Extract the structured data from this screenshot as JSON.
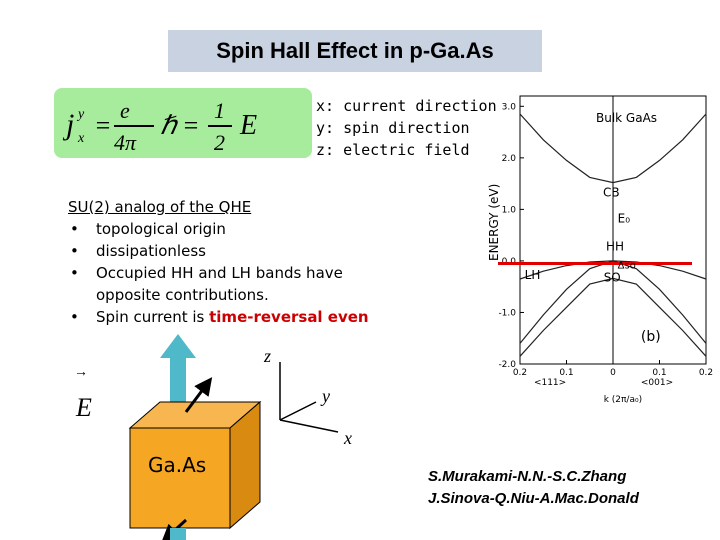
{
  "title": "Spin Hall Effect in p-Ga.As",
  "formula": {
    "lhs": "j",
    "lhs_sub": "x",
    "lhs_sup": "y",
    "fraction1_num": "e",
    "fraction1_den": "4π",
    "equals": "=",
    "hbar_fraction_num": "1",
    "hbar_fraction_den": "2",
    "rhs": "E"
  },
  "axes_legend": [
    "x: current direction",
    "y: spin direction",
    "z: electric field"
  ],
  "su2": {
    "heading": "SU(2) analog of the QHE",
    "bullets": [
      "topological origin",
      "dissipationless",
      "Occupied HH and LH bands have opposite  contributions."
    ],
    "last_bullet_prefix": "Spin current is ",
    "last_bullet_emphasis": "time-reversal even",
    "emphasis_color": "#cc0000"
  },
  "illustration": {
    "field_label": "E",
    "field_arrow_glyph": "→",
    "box_label": "Ga.As",
    "axis_labels": [
      "z",
      "y",
      "x"
    ],
    "box_color": "#f5a623",
    "arrow_color": "#4fb8c9"
  },
  "band_chart": {
    "type": "line",
    "title": "Bulk GaAs",
    "ylabel": "ENERGY (eV)",
    "ylim": [
      -2.0,
      3.2
    ],
    "yticks": [
      "3.0",
      "2.0",
      "1.0",
      "0.0",
      "-1.0",
      "-2.0"
    ],
    "ytick_values": [
      3.0,
      2.0,
      1.0,
      0.0,
      -1.0,
      -2.0
    ],
    "xlim": [
      -0.2,
      0.2
    ],
    "xticks": [
      "0.2",
      "0.1",
      "0",
      "0.1",
      "0.2"
    ],
    "xtick_values": [
      -0.2,
      -0.1,
      0.0,
      0.1,
      0.2
    ],
    "direction_labels": [
      "<111>",
      "<001>"
    ],
    "xlabel": "k (2π/a₀)",
    "panel_label": "(b)",
    "band_labels": {
      "CB": "CB",
      "E0": "E₀",
      "HH": "HH",
      "LH": "LH",
      "SO": "SO",
      "delta": "Δso"
    },
    "fermi_level_color": "#e00000",
    "series": [
      {
        "name": "CB",
        "x": [
          -0.2,
          -0.15,
          -0.1,
          -0.05,
          0.0,
          0.05,
          0.1,
          0.15,
          0.2
        ],
        "y": [
          2.85,
          2.35,
          1.95,
          1.62,
          1.52,
          1.62,
          1.95,
          2.35,
          2.85
        ]
      },
      {
        "name": "HH",
        "x": [
          -0.2,
          -0.15,
          -0.1,
          -0.05,
          0.0,
          0.05,
          0.1,
          0.15,
          0.2
        ],
        "y": [
          -0.35,
          -0.2,
          -0.09,
          -0.02,
          0.0,
          -0.02,
          -0.09,
          -0.2,
          -0.35
        ]
      },
      {
        "name": "LH",
        "x": [
          -0.2,
          -0.15,
          -0.1,
          -0.05,
          0.0,
          0.05,
          0.1,
          0.15,
          0.2
        ],
        "y": [
          -1.6,
          -1.05,
          -0.55,
          -0.15,
          0.0,
          -0.15,
          -0.55,
          -1.05,
          -1.6
        ]
      },
      {
        "name": "SO",
        "x": [
          -0.2,
          -0.15,
          -0.1,
          -0.05,
          0.0,
          0.05,
          0.1,
          0.15,
          0.2
        ],
        "y": [
          -1.85,
          -1.35,
          -0.9,
          -0.45,
          -0.34,
          -0.45,
          -0.9,
          -1.35,
          -1.85
        ]
      }
    ],
    "fermi_level": -0.05
  },
  "credits": [
    "S.Murakami-N.N.-S.C.Zhang",
    "J.Sinova-Q.Niu-A.Mac.Donald"
  ]
}
